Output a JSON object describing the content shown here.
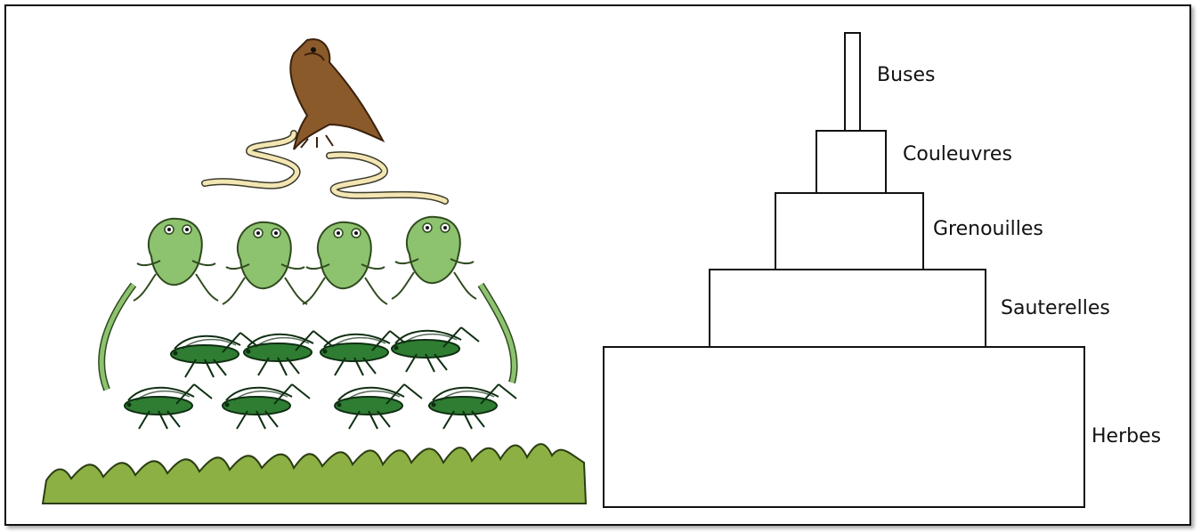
{
  "pyramid": {
    "levels": [
      {
        "label": "Buses"
      },
      {
        "label": "Couleuvres"
      },
      {
        "label": "Grenouilles"
      },
      {
        "label": "Sauterelles"
      },
      {
        "label": "Herbes"
      }
    ]
  },
  "illustration": {
    "icons": [
      "hawk-icon",
      "snake-icon",
      "frog-icon",
      "grasshopper-icon",
      "grass-icon"
    ],
    "colors": {
      "hawk": "#8B5A2B",
      "snake": "#F3E6B3",
      "frog": "#8DC26F",
      "grasshopper": "#2E7D32",
      "grass": "#8CB043"
    }
  }
}
